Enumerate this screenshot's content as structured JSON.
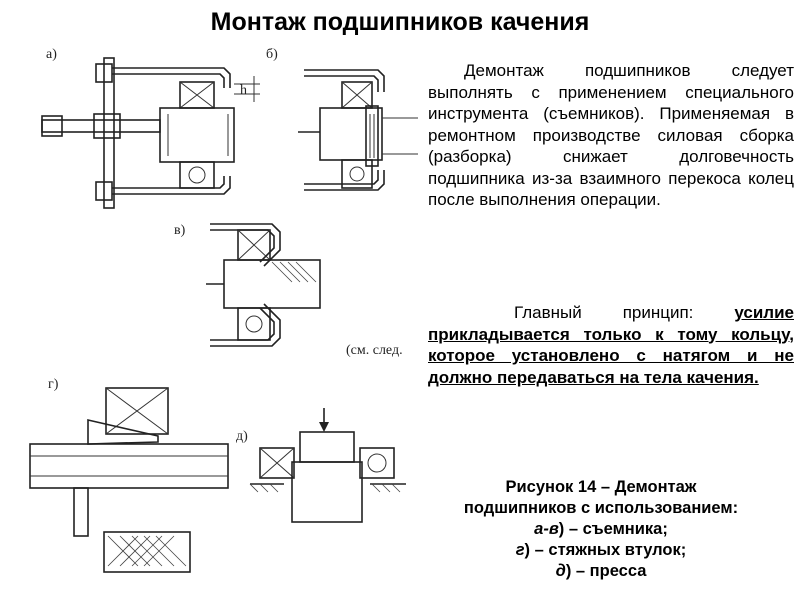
{
  "title": "Монтаж подшипников качения",
  "figure": {
    "labels": {
      "a": "а)",
      "b": "б)",
      "v": "в)",
      "g": "г)",
      "d": "д)",
      "h": "h",
      "see_next": "(см. след."
    }
  },
  "paragraph1": "Демонтаж подшипников следует выполнять с применением специального инструмента (съемников). Применяемая в ремонтном производстве силовая сборка (разборка) снижает долговечность подшипника из-за взаимного перекоса колец после выполнения операции.",
  "paragraph2": {
    "lead": "Главный принцип: ",
    "emphasis": "усилие прикладывается только к тому кольцу, которое установлено с натягом и  не должно передаваться на тела качения."
  },
  "caption": {
    "line1": "Рисунок 14 – Демонтаж",
    "line2": "подшипников с использованием:",
    "line3_key": "а-в",
    "line3_rest": ") – съемника;",
    "line4_key": "г",
    "line4_rest": ") – стяжных втулок;",
    "line5_key": "д",
    "line5_rest": ") – пресса"
  }
}
